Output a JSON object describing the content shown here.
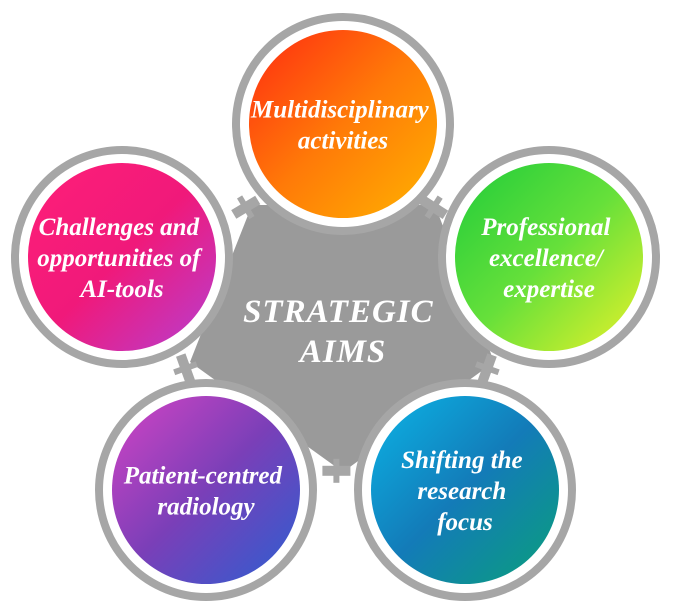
{
  "center": {
    "lines": [
      "STRATEGIC",
      "AIMS"
    ]
  },
  "aims": [
    {
      "lines": [
        "Multidisciplinary",
        "activities"
      ],
      "gradient": [
        "#ff2a12",
        "#ff7a08",
        "#ffb300"
      ]
    },
    {
      "lines": [
        "Professional",
        "excellence/",
        "expertise"
      ],
      "gradient": [
        "#1fcc3a",
        "#66e03a",
        "#e9f22a"
      ]
    },
    {
      "lines": [
        "Shifting the",
        "research",
        "focus"
      ],
      "gradient": [
        "#0bb4e6",
        "#137bb8",
        "#0aa07a"
      ]
    },
    {
      "lines": [
        "Patient-centred",
        "radiology"
      ],
      "gradient": [
        "#d444c4",
        "#7a3fb8",
        "#2b5fd1"
      ]
    },
    {
      "lines": [
        "Challenges and",
        "opportunities of",
        "AI-tools"
      ],
      "gradient": [
        "#ff1f78",
        "#f0197a",
        "#b63fd2"
      ]
    }
  ],
  "colors": {
    "hub": "#9a9a9a",
    "ring": "#a6a6a6",
    "connector": "#a6a6a6"
  }
}
